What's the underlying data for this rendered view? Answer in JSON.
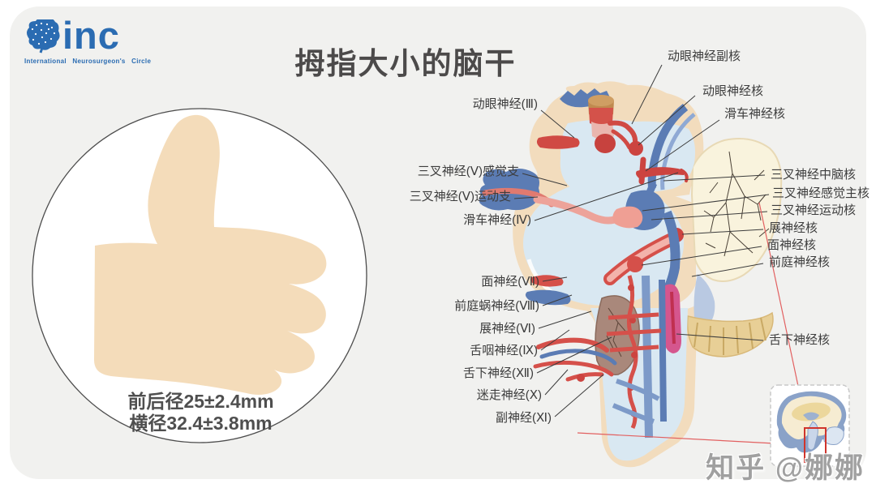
{
  "logo": {
    "brand": "inc",
    "subtitle": "International Neurosurgeon's Circle",
    "color": "#2b6cb2"
  },
  "title": "拇指大小的脑干",
  "thumb_panel": {
    "measurements": [
      "前后径25±2.4mm",
      "横径32.4±3.8mm"
    ],
    "skin_color": "#f4dcba",
    "circle_outline_color": "#4d4d4d"
  },
  "anatomy": {
    "left_labels": [
      {
        "text": "动眼神经(Ⅲ)"
      },
      {
        "text": "三叉神经(Ⅴ)感觉支"
      },
      {
        "text": "三叉神经(Ⅴ)运动支"
      },
      {
        "text": "滑车神经(Ⅳ)"
      },
      {
        "text": "面神经(Ⅶ)"
      },
      {
        "text": "前庭蜗神经(Ⅷ)"
      },
      {
        "text": "展神经(Ⅵ)"
      },
      {
        "text": "舌咽神经(Ⅸ)"
      },
      {
        "text": "舌下神经(Ⅻ)"
      },
      {
        "text": "迷走神经(Ⅹ)"
      },
      {
        "text": "副神经(Ⅺ)"
      }
    ],
    "right_labels": [
      {
        "text": "动眼神经副核"
      },
      {
        "text": "动眼神经核"
      },
      {
        "text": "滑车神经核"
      },
      {
        "text": "三叉神经中脑核"
      },
      {
        "text": "三叉神经感觉主核"
      },
      {
        "text": "三叉神经运动核"
      },
      {
        "text": "展神经核"
      },
      {
        "text": "面神经核"
      },
      {
        "text": "前庭神经核"
      },
      {
        "text": "舌下神经核"
      }
    ],
    "palette": {
      "cream": "#f2dcbd",
      "pale_blue": "#d9e8f2",
      "blue": "#5b7cb4",
      "red": "#d5504a",
      "salmon": "#ef9f94",
      "cerebellum_ivory": "#f9f3dd",
      "flocculus_tan": "#e8cf96",
      "olive_brown": "#a9887b",
      "nucleus_pink": "#d5568e"
    }
  },
  "inset": {
    "highlight_color": "#d0342c"
  },
  "watermark": "知乎 @娜娜"
}
